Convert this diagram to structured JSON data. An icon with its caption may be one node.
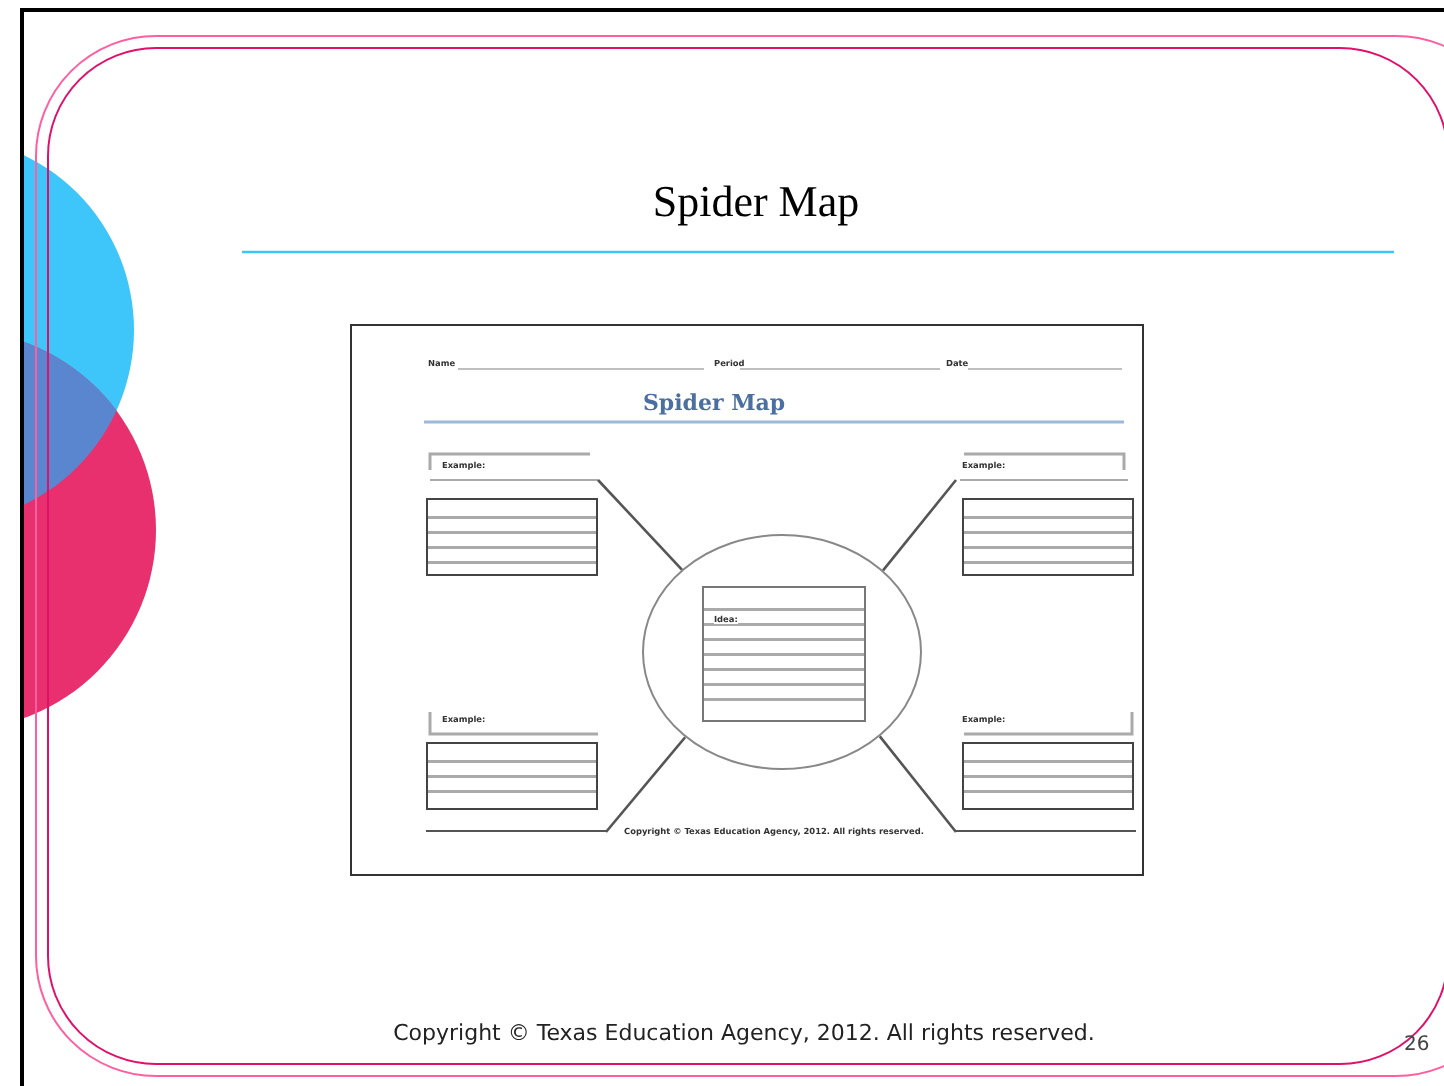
{
  "diagram": {
    "title": "Spider Map",
    "nodes": [
      {
        "text": [],
        "shape": "circle"
      },
      {
        "text": [
          "Idea:"
        ],
        "in": 0
      },
      {
        "text": [
          "Example:"
        ]
      },
      {
        "text": [
          "Example:"
        ]
      },
      {
        "text": [
          "Example:"
        ]
      },
      {
        "text": [
          "Example:"
        ]
      }
    ],
    "edges": [
      {
        "from": 0,
        "to": 2,
        "arrow": "none"
      },
      {
        "from": 0,
        "to": 3,
        "arrow": "none"
      },
      {
        "from": 0,
        "to": 4,
        "arrow": "none"
      },
      {
        "from": 0,
        "to": 5,
        "arrow": "none"
      }
    ],
    "labels": [
      "Name",
      "Period",
      "Date",
      "Spider Map",
      "Copyright © Texas Education Agency, 2012. All rights reserved.",
      "Copyright © Texas Education Agency, 2012. All rights reserved.",
      "26"
    ]
  }
}
